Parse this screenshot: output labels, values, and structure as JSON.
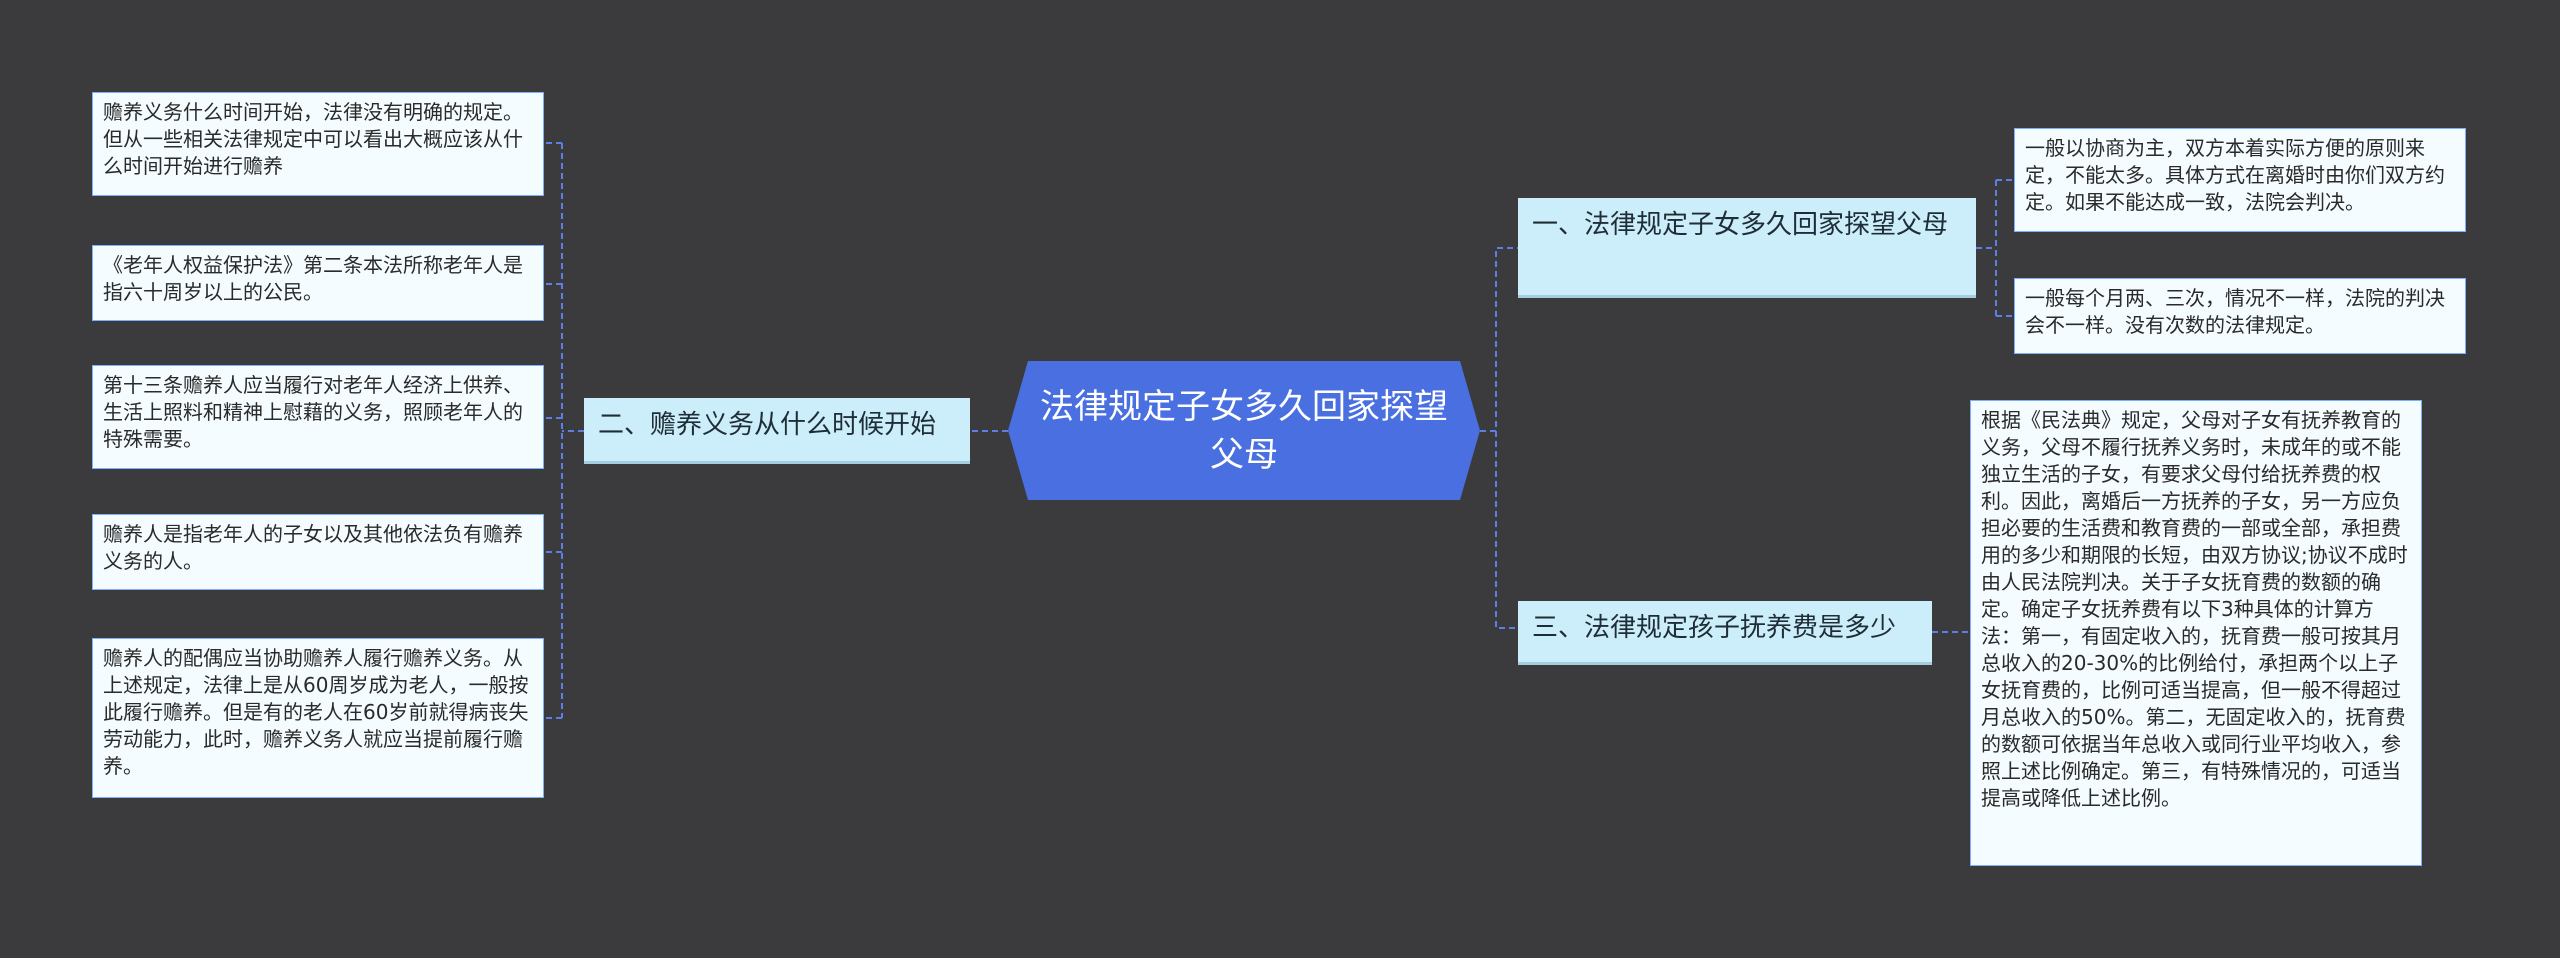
{
  "central": {
    "title": "法律规定子女多久回家探望父母"
  },
  "branches": [
    {
      "id": "b1",
      "title": "一、法律规定子女多久回家探望父母",
      "leaves": [
        "一般以协商为主，双方本着实际方便的原则来定，不能太多。具体方式在离婚时由你们双方约定。如果不能达成一致，法院会判决。",
        "一般每个月两、三次，情况不一样，法院的判决会不一样。没有次数的法律规定。"
      ]
    },
    {
      "id": "b2",
      "title": "二、赡养义务从什么时候开始",
      "leaves": [
        "赡养义务什么时间开始，法律没有明确的规定。但从一些相关法律规定中可以看出大概应该从什么时间开始进行赡养",
        "《老年人权益保护法》第二条本法所称老年人是指六十周岁以上的公民。",
        "第十三条赡养人应当履行对老年人经济上供养、生活上照料和精神上慰藉的义务，照顾老年人的特殊需要。",
        "赡养人是指老年人的子女以及其他依法负有赡养义务的人。",
        "赡养人的配偶应当协助赡养人履行赡养义务。从上述规定，法律上是从60周岁成为老人，一般按此履行赡养。但是有的老人在60岁前就得病丧失劳动能力，此时，赡养义务人就应当提前履行赡养。"
      ]
    },
    {
      "id": "b3",
      "title": "三、法律规定孩子抚养费是多少",
      "leaves": [
        "根据《民法典》规定，父母对子女有抚养教育的义务，父母不履行抚养义务时，未成年的或不能独立生活的子女，有要求父母付给抚养费的权利。因此，离婚后一方抚养的子女，另一方应负担必要的生活费和教育费的一部或全部，承担费用的多少和期限的长短，由双方协议;协议不成时由人民法院判决。关于子女抚育费的数额的确定。确定子女抚养费有以下3种具体的计算方法：第一，有固定收入的，抚育费一般可按其月总收入的20-30%的比例给付，承担两个以上子女抚育费的，比例可适当提高，但一般不得超过月总收入的50%。第二，无固定收入的，抚育费的数额可依据当年总收入或同行业平均收入，参照上述比例确定。第三，有特殊情况的，可适当提高或降低上述比例。"
      ]
    }
  ],
  "colors": {
    "background": "#3b3b3e",
    "central": "#4a6fe0",
    "branch": "#cbeefa",
    "leaf": "#f4fcff",
    "connector": "#5b7fe6"
  }
}
